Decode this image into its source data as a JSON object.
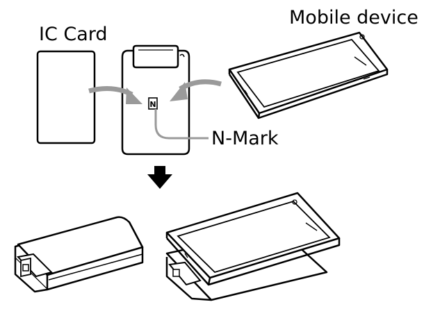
{
  "labels": {
    "ic_card": "IC Card",
    "mobile_device": "Mobile device",
    "n_mark": "N-Mark",
    "n_symbol": "N"
  },
  "colors": {
    "stroke": "#000000",
    "arrow_gray": "#9a9a9a",
    "background": "#ffffff"
  }
}
